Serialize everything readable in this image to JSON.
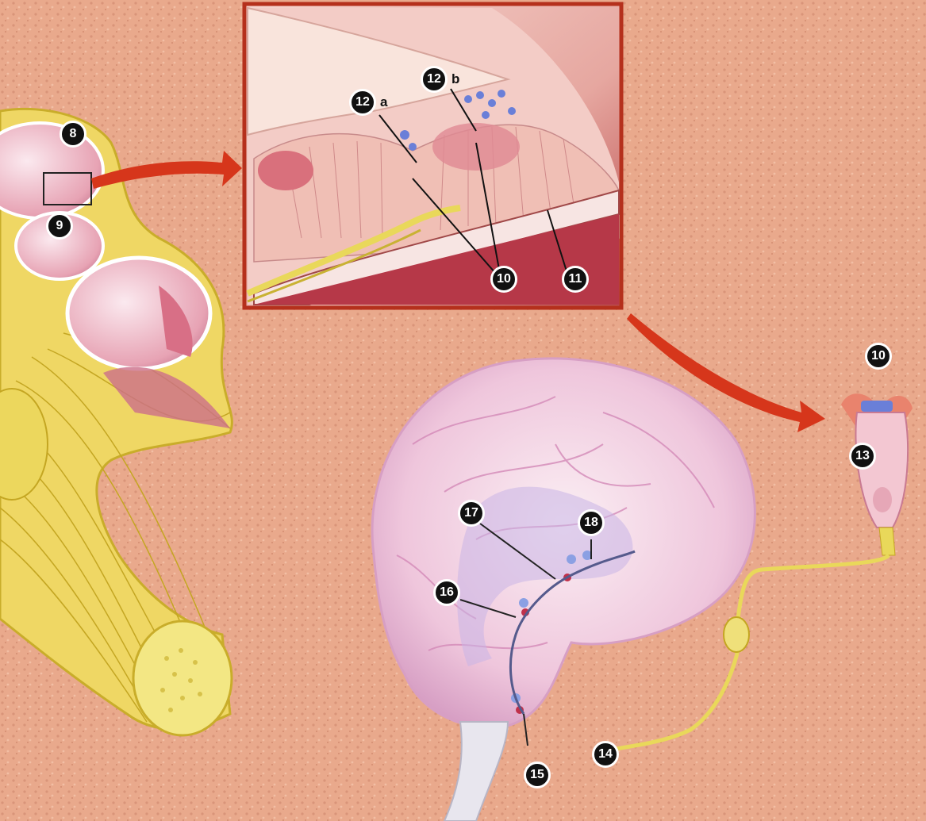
{
  "markers": {
    "m8": {
      "label": "8"
    },
    "m9": {
      "label": "9"
    },
    "m10": {
      "label": "10"
    },
    "m11": {
      "label": "11"
    },
    "m12a": {
      "label": "12",
      "suffix": "a"
    },
    "m12b": {
      "label": "12",
      "suffix": "b"
    },
    "m13": {
      "label": "13"
    },
    "m14": {
      "label": "14"
    },
    "m15": {
      "label": "15"
    },
    "m16": {
      "label": "16"
    },
    "m17": {
      "label": "17"
    },
    "m18": {
      "label": "18"
    },
    "m10b": {
      "label": "10"
    }
  },
  "colors": {
    "background": "#e8a88a",
    "nerve": "#e9d85a",
    "tissue": "#f3c7d2",
    "arrow": "#d6361b",
    "inset_frame": "#b5301c",
    "blood": "#b63848"
  }
}
